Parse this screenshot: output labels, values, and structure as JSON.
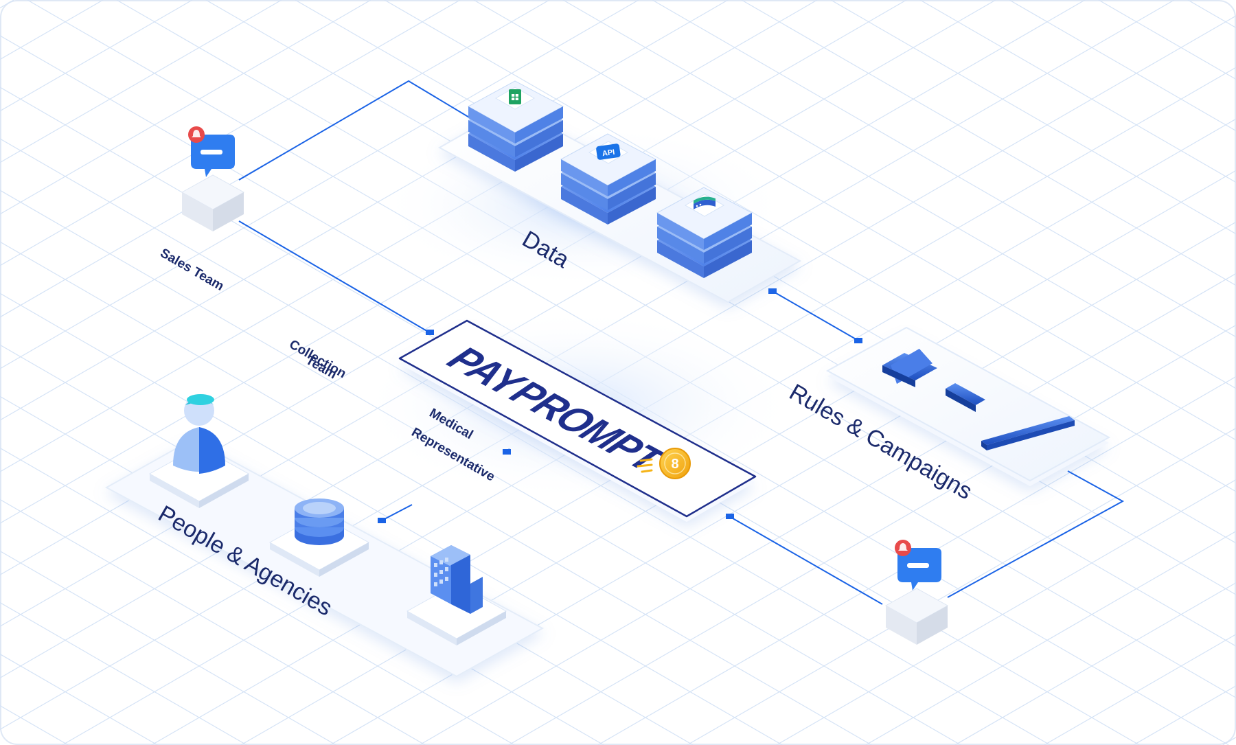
{
  "brand": {
    "name_part1": "PAY",
    "name_part2": "PROMPT",
    "coin_symbol": "8"
  },
  "sections": {
    "data_label": "Data",
    "rules_label": "Rules & Campaigns",
    "people_label": "People & Agencies"
  },
  "people": {
    "sales_team": "Sales Team",
    "collection_team_line1": "Collection",
    "collection_team_line2": "Team",
    "medical_line1": "Medical",
    "medical_line2": "Representative"
  },
  "data_sources": {
    "api_badge": "API",
    "icons": [
      "spreadsheet-icon",
      "api-icon",
      "database-icon"
    ]
  },
  "rules_icons": [
    "plus-icon",
    "minus-icon",
    "slash-icon"
  ],
  "notifications": [
    "chat-bell-icon",
    "chat-bell-icon"
  ],
  "colors": {
    "brand_navy": "#1f2f8c",
    "accent_blue": "#1a63e6",
    "grid": "#cfe0f6",
    "stack_blue": "#6a97ee",
    "coin_gold": "#f5b316",
    "alert_red": "#e84a4a",
    "sheet_green": "#1ea362"
  }
}
